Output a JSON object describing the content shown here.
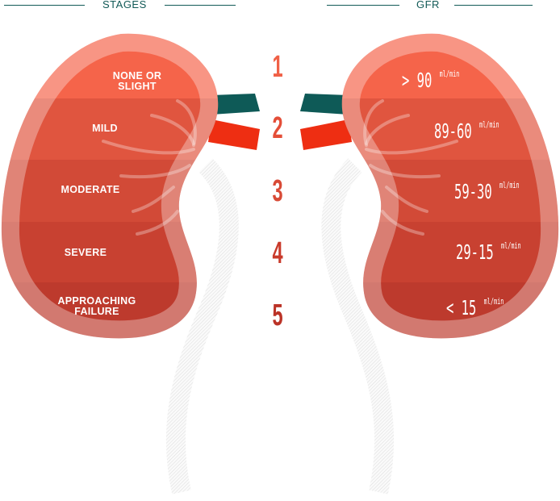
{
  "headers": {
    "left": "STAGES",
    "right": "GFR"
  },
  "stages": [
    {
      "number": "1",
      "label": "NONE OR SLIGHT",
      "gfr": "> 90",
      "unit": "ml/min",
      "color": "#f5644a",
      "num_color": "#f06046"
    },
    {
      "number": "2",
      "label": "MILD",
      "gfr": "89-60",
      "unit": "ml/min",
      "color": "#e0553f",
      "num_color": "#e44e38"
    },
    {
      "number": "3",
      "label": "MODERATE",
      "gfr": "59-30",
      "unit": "ml/min",
      "color": "#d24a37",
      "num_color": "#d84a36"
    },
    {
      "number": "4",
      "label": "SEVERE",
      "gfr": "29-15",
      "unit": "ml/min",
      "color": "#c84131",
      "num_color": "#c93a2b"
    },
    {
      "number": "5",
      "label": "APPROACHING FAILURE",
      "gfr": "< 15",
      "unit": "ml/min",
      "color": "#bd3a2d",
      "num_color": "#bb3327"
    }
  ],
  "colors": {
    "vein": "#0e5a57",
    "artery": "#ee2e12",
    "header": "#125a57"
  }
}
